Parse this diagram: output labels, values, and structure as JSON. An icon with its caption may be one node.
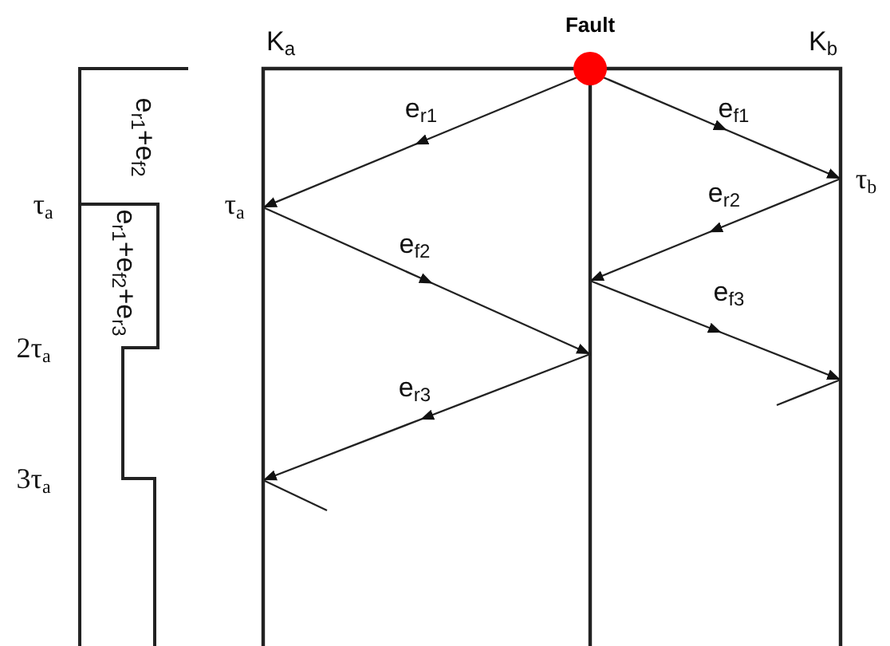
{
  "diagram": {
    "nodes": [
      {
        "text": [
          "Fault"
        ]
      }
    ],
    "edges": [],
    "labels": [
      "K$_{a}$",
      "K$_{b}$",
      "e$_{r1}$+e$_{f2}$",
      "e$_{r1}$",
      "e$_{f1}$",
      "τ$_{a}$",
      "τ$_{a}$",
      "τ$_{b}$",
      "e$_{r2}$",
      "e$_{f2}$",
      "e$_{f3}$",
      "e$_{r1}$+e$_{f2}$+e$_{r3}$",
      "2τ$_{a}$",
      "e$_{r3}$",
      "3τ$_{a}$"
    ]
  }
}
